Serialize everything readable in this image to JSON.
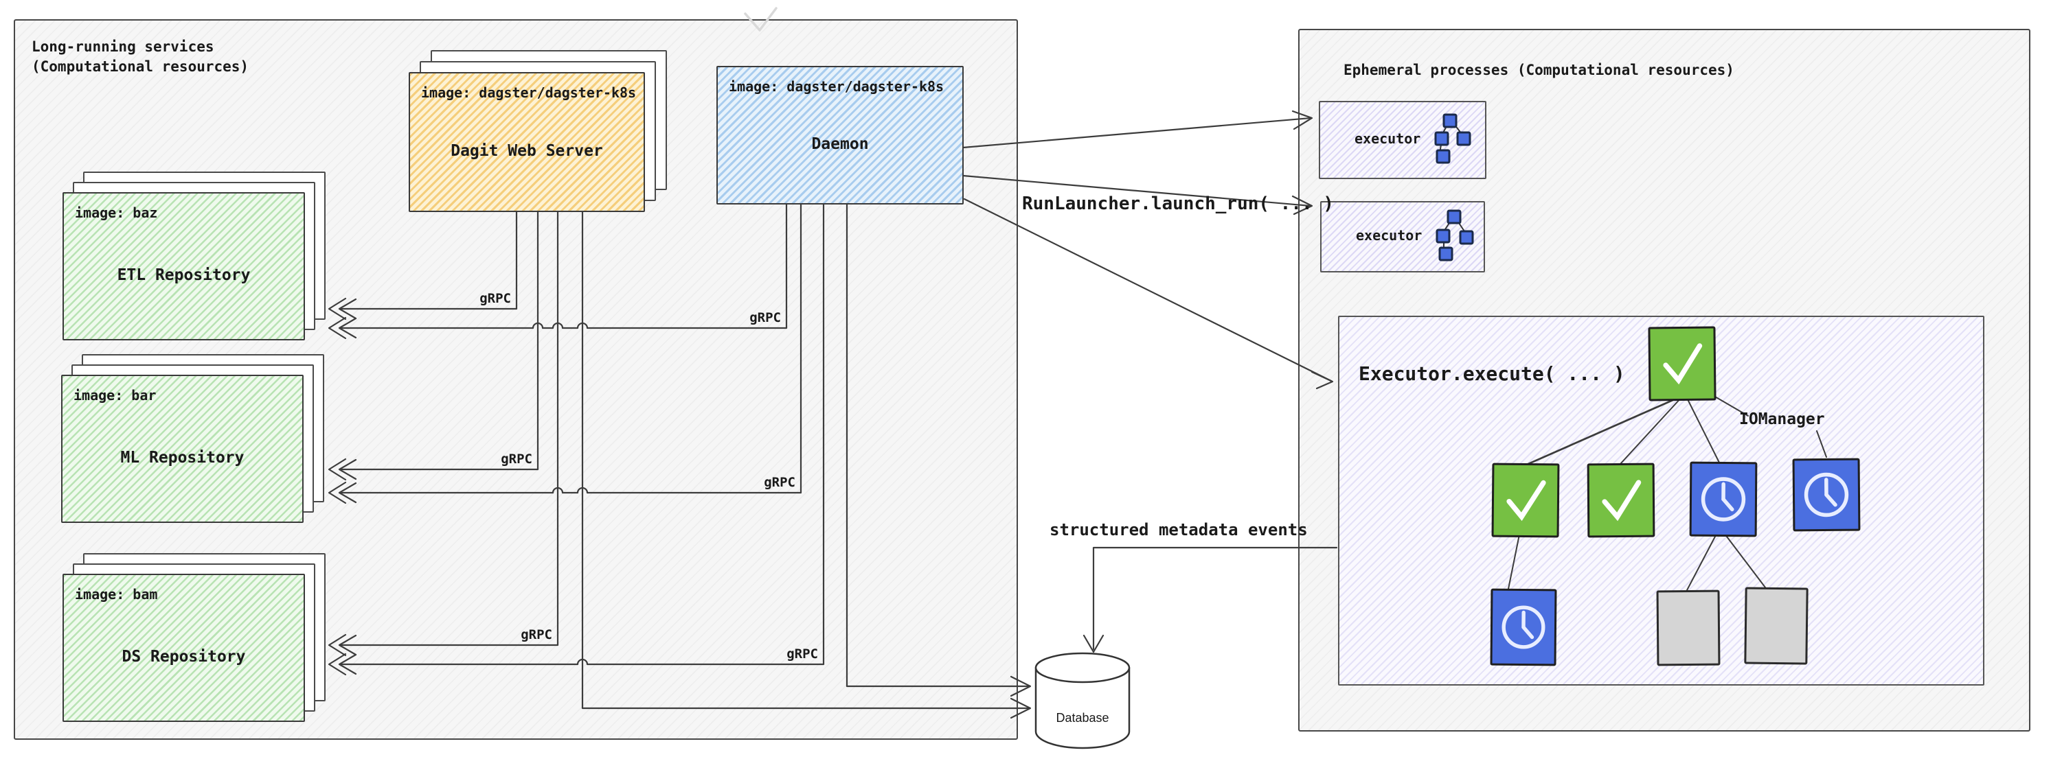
{
  "colors": {
    "container_bg": "#f6f6f6",
    "dagit_fill": "#fbe7b0",
    "daemon_fill": "#cfe5f7",
    "repo_fill": "#dcf3d7",
    "executor_fill": "#f0eefb",
    "node_green": "#76c043",
    "node_blue": "#4b6fe0",
    "node_gray": "#d5d5d5",
    "line_color": "#3c3c3c"
  },
  "long_running": {
    "title_line1": "Long-running services",
    "title_line2": "(Computational resources)",
    "dagit": {
      "image_label": "image: dagster/dagster-k8s",
      "name": "Dagit Web Server"
    },
    "daemon": {
      "image_label": "image: dagster/dagster-k8s",
      "name": "Daemon"
    },
    "repositories": [
      {
        "image_label": "image: baz",
        "name": "ETL Repository"
      },
      {
        "image_label": "image: bar",
        "name": "ML Repository"
      },
      {
        "image_label": "image: bam",
        "name": "DS Repository"
      }
    ],
    "grpc_label": "gRPC"
  },
  "ephemeral": {
    "title": "Ephemeral processes (Computational resources)",
    "executors": [
      {
        "label": "executor"
      },
      {
        "label": "executor"
      }
    ],
    "execute_box": {
      "title": "Executor.execute( ... )",
      "iomanager_label": "IOManager"
    }
  },
  "labels": {
    "run_launcher": "RunLauncher.launch_run( ... )",
    "metadata_events": "structured metadata events",
    "database": "Database"
  }
}
